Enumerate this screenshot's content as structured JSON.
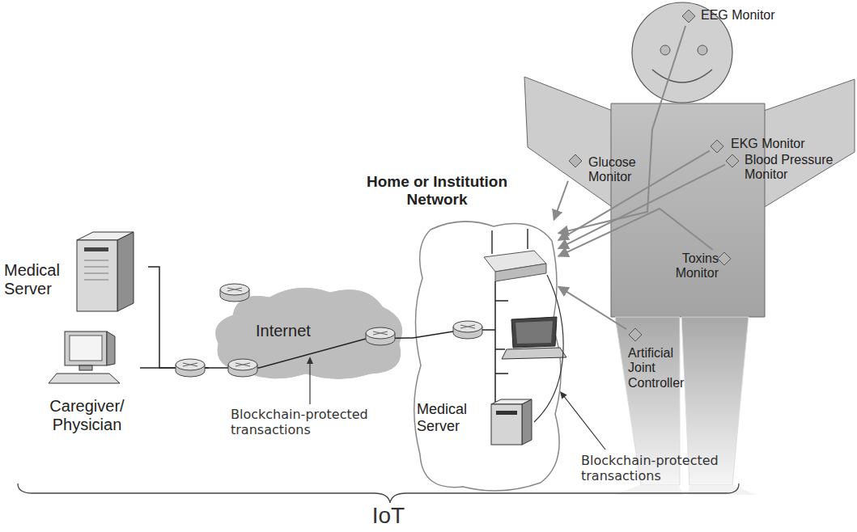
{
  "diagram": {
    "nodes": [
      {
        "text": [
          "EEG Monitor"
        ]
      },
      {
        "text": [
          "EKG Monitor"
        ]
      },
      {
        "text": [
          "Blood Pressure Monitor"
        ]
      },
      {
        "text": [
          "Glucose Monitor"
        ]
      },
      {
        "text": [
          "Home or Institution Network"
        ]
      },
      {
        "text": [
          "Medical Server"
        ]
      },
      {
        "text": [
          "Toxins Monitor"
        ]
      },
      {
        "text": [
          "Internet"
        ]
      },
      {
        "text": [
          "Artificial Joint Controller"
        ]
      },
      {
        "text": [
          "Caregiver/ Physician"
        ]
      },
      {
        "text": [
          "Medical Server"
        ],
        "in": 4
      }
    ],
    "edges": [
      {
        "from": 0,
        "to": 4,
        "arrow": "to"
      },
      {
        "from": 1,
        "to": 4,
        "arrow": "to"
      },
      {
        "from": 2,
        "to": 4,
        "arrow": "to"
      },
      {
        "from": 3,
        "to": 4,
        "arrow": "to"
      },
      {
        "from": 6,
        "to": 4,
        "arrow": "to"
      },
      {
        "from": 8,
        "to": 4,
        "arrow": "to"
      },
      {
        "from": 5,
        "to": 7,
        "arrow": "none"
      },
      {
        "from": 9,
        "to": 7,
        "arrow": "none"
      },
      {
        "from": 7,
        "to": 4,
        "arrow": "none"
      }
    ],
    "labels": [
      "Blockchain-protected transactions",
      "Blockchain-protected transactions",
      "IoT"
    ]
  }
}
